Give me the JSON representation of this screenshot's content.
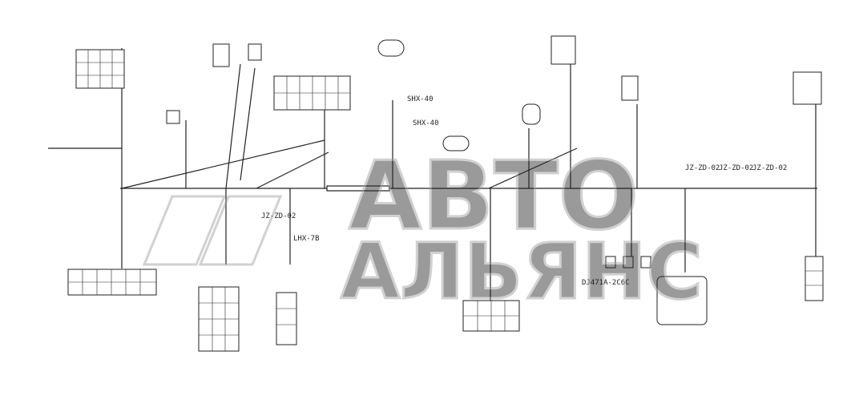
{
  "harness_codes": {
    "shx40_top": "SHX-40",
    "shx40_mid": "SHX-40",
    "jz_zd_02": "JZ-ZD-02",
    "lhx_7b": "LHX-7B",
    "dj471a": "DJ471A-2C6C",
    "jz_right1": "JZ-ZD-02",
    "jz_right2": "JZ-ZD-02",
    "jz_right3": "JZ-ZD-02"
  },
  "watermark": {
    "line1": "АВТО",
    "line2": "АЛЬЯНС"
  },
  "colors": {
    "line": "#222222",
    "watermark": "#9a9a9a"
  }
}
